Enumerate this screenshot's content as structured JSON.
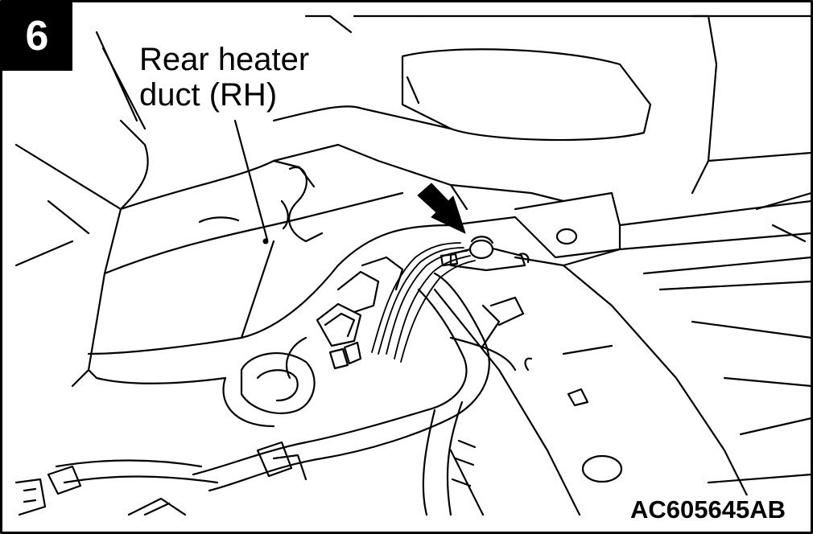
{
  "figure": {
    "step_number": "6",
    "callout_label": "Rear heater\nduct (RH)",
    "figure_code": "AC605645AB",
    "line_color": "#000000",
    "background_color": "#ffffff"
  }
}
